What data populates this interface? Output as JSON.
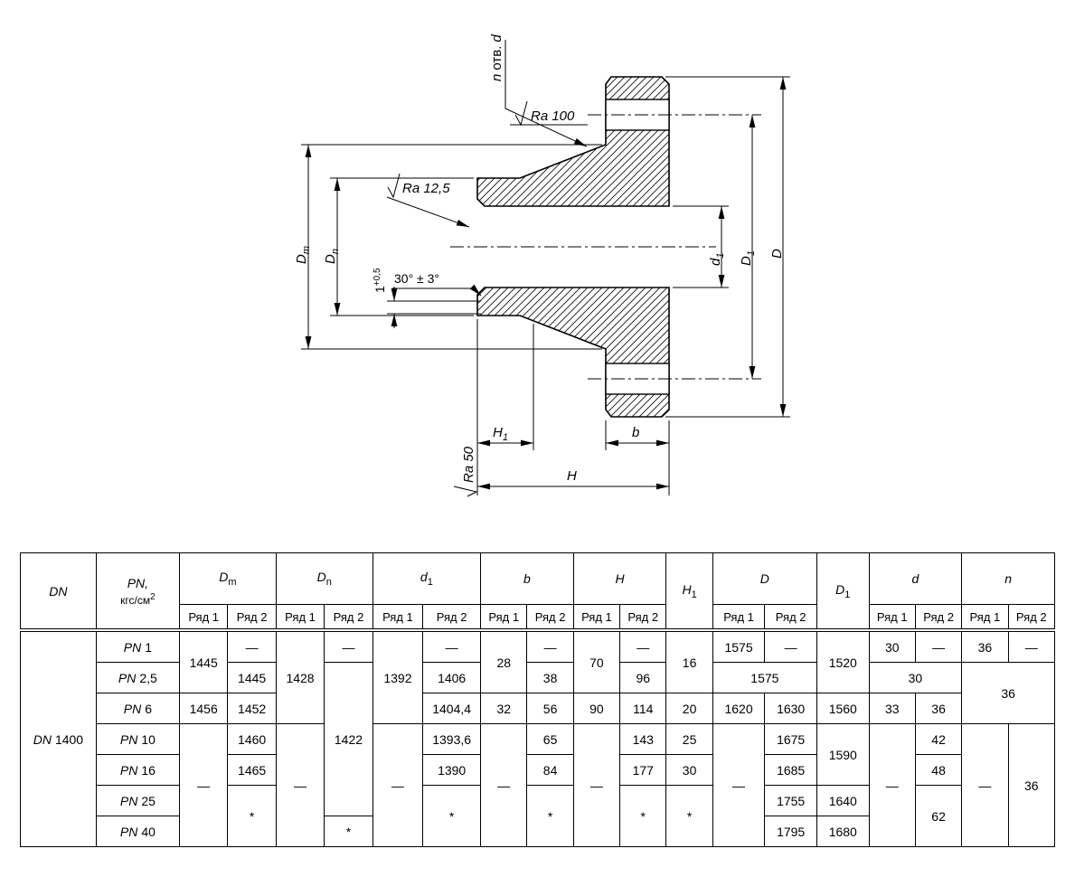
{
  "drawing": {
    "labels": {
      "n_prefix": "n",
      "n_mid": "отв.",
      "n_suffix": "d",
      "ra100": "Ra 100",
      "ra125": "Ra 12,5",
      "ra50": "Ra 50",
      "angle": "30° ± 3°",
      "chamfer_base": "1",
      "chamfer_sup": "+0,5",
      "dm_base": "D",
      "dm_sub": "m",
      "dn_base": "D",
      "dn_sub": "n",
      "d1_base": "d",
      "d1_sub": "1",
      "D1_base": "D",
      "D1_sub": "1",
      "D_big": "D",
      "H1_base": "H",
      "H1_sub": "1",
      "H_big": "H",
      "b": "b"
    }
  },
  "table": {
    "dn_prefix": "DN",
    "dn_number": "1400",
    "pn_prefix": "PN",
    "headers": {
      "dn": "DN",
      "pn_line1": "PN,",
      "pn_unit": "кгс/см",
      "pn_unit_sup": "2",
      "dm_base": "D",
      "dm_sub": "m",
      "dnn_base": "D",
      "dnn_sub": "n",
      "d1_base": "d",
      "d1_sub": "1",
      "b": "b",
      "H": "H",
      "H1_base": "H",
      "H1_sub": "1",
      "D": "D",
      "D1_base": "D",
      "D1_sub": "1",
      "d": "d",
      "n": "n",
      "row1": "Ряд 1",
      "row2": "Ряд 2"
    },
    "rows": {
      "pn1": {
        "pn": "1",
        "dm1": "1445",
        "dm2": "—",
        "dnn1": "1428",
        "dnn2": "—",
        "d11": "1392",
        "d12": "—",
        "b1": "28",
        "b2": "—",
        "h1": "70",
        "h2": "—",
        "hh1": "16",
        "D1": "1575",
        "D2": "—",
        "DD1": "1520",
        "d1": "30",
        "d2": "—",
        "n1": "36",
        "n2": "—"
      },
      "pn2_5": {
        "pn": "2,5",
        "dm2": "1445",
        "dnn2": "1422",
        "d12": "1406",
        "b2": "38",
        "h2": "96",
        "Dm": "1575",
        "dm": "30",
        "nm": "36"
      },
      "pn6": {
        "pn": "6",
        "dm1": "1456",
        "dm2": "1452",
        "d12": "1404,4",
        "b1": "32",
        "b2": "56",
        "h1": "90",
        "h2": "114",
        "hh1": "20",
        "D1": "1620",
        "D2": "1630",
        "DD1": "1560",
        "d1": "33",
        "d2": "36"
      },
      "pn10": {
        "pn": "10",
        "dm1": "—",
        "dm2": "1460",
        "dnn1": "—",
        "d11": "—",
        "d12": "1393,6",
        "b1": "—",
        "b2": "65",
        "h1": "—",
        "h2": "143",
        "hh1": "25",
        "D1": "—",
        "D2": "1675",
        "DD1": "1590",
        "d1": "—",
        "d2": "42",
        "n1": "—",
        "n2": "36"
      },
      "pn16": {
        "pn": "16",
        "dm2": "1465",
        "d12": "1390",
        "b2": "84",
        "h2": "177",
        "hh1": "30",
        "D2": "1685",
        "d2": "48"
      },
      "pn25": {
        "pn": "25",
        "dm2": "*",
        "d12": "*",
        "b2": "*",
        "h2": "*",
        "hh1": "*",
        "D2": "1755",
        "DD1": "1640",
        "d2": "62"
      },
      "pn40": {
        "pn": "40",
        "dnn2": "*",
        "D2": "1795",
        "DD1": "1680"
      }
    }
  }
}
